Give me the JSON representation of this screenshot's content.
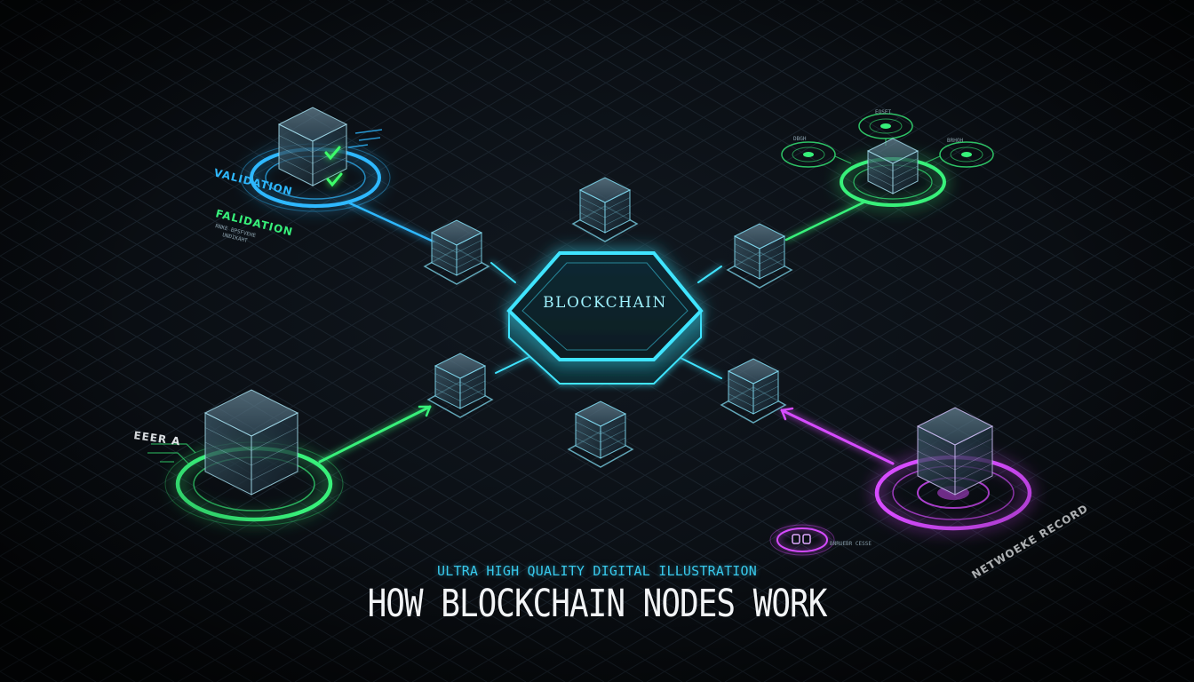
{
  "hub": {
    "label": "BLOCKCHAIN"
  },
  "labels": {
    "validation": "VALIDATION",
    "validation_2": "FALIDATION",
    "validation_sub_1": "RNKE BPSFVEHE",
    "validation_sub_2": "UNDIKAHT",
    "left_node": "EEER A",
    "network_record": "NETWOEKE RECORD",
    "cluster_top": "EOSET",
    "cluster_left": "DBGH",
    "cluster_right": "BRHOH",
    "lock_caption": "BNRUEBR CESSE"
  },
  "caption": {
    "subtitle": "ULTRA HIGH QUALITY DIGITAL ILLUSTRATION",
    "title": "HOW BLOCKCHAIN NODES WORK"
  },
  "colors": {
    "background": "#07090c",
    "grid": "#1a232c",
    "cyan": "#3fe4ff",
    "blue": "#2eb8ff",
    "green": "#37f07a",
    "magenta": "#d64cff",
    "title": "#f2f4f6"
  }
}
